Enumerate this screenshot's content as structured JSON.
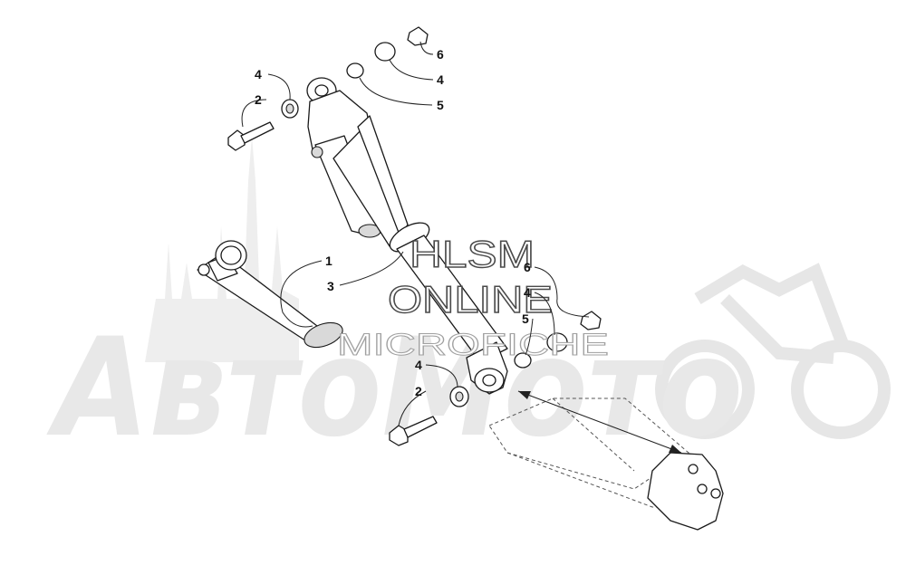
{
  "watermark": {
    "brand": "АвтоМото",
    "hlsm_line1": "HLSM",
    "hlsm_line2": "ONLINE",
    "hlsm_line3": "MICROFICHE"
  },
  "callouts": {
    "c1": "1",
    "c2_top": "2",
    "c2_bottom": "2",
    "c3": "3",
    "c4_top_left": "4",
    "c4_top_right": "4",
    "c4_right": "4",
    "c4_bottom": "4",
    "c5_top": "5",
    "c5_right": "5",
    "c6_top": "6",
    "c6_right": "6"
  },
  "colors": {
    "watermark_gray": "#e8e8e8",
    "line": "#1a1a1a"
  }
}
